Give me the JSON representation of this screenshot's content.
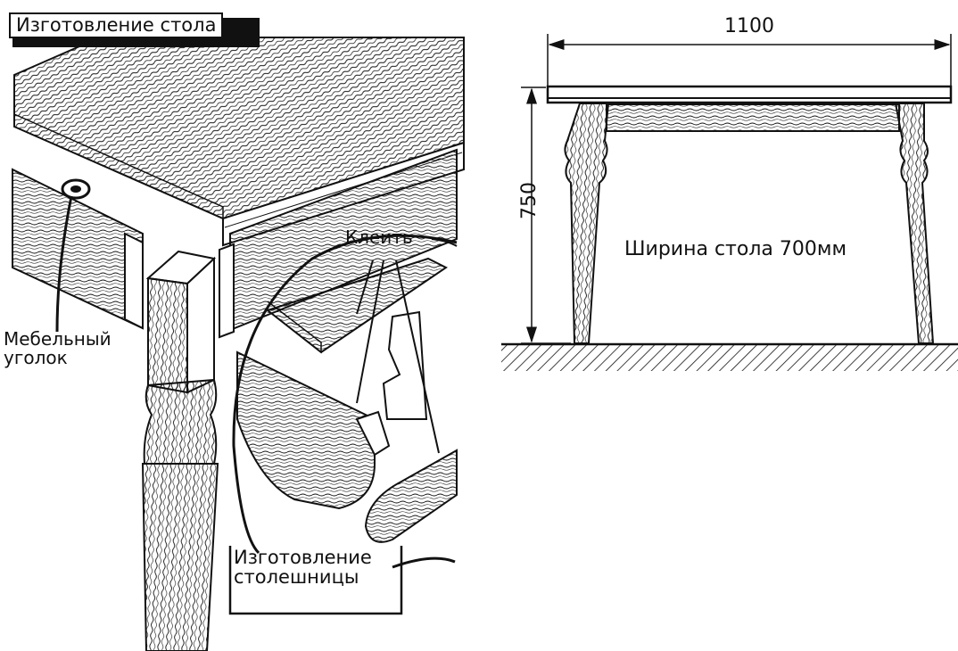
{
  "left_illustration": {
    "title": "Изготовление стола",
    "callouts": {
      "glue": "Клеить",
      "corner_line1": "Мебельный",
      "corner_line2": "уголок",
      "tabletop_line1": "Изготовление",
      "tabletop_line2": "столешницы"
    }
  },
  "right_drawing": {
    "length_dimension": "1100",
    "height_dimension": "750",
    "width_note": "Ширина стола 700мм"
  },
  "colors": {
    "ink": "#111111",
    "paper": "#ffffff"
  }
}
